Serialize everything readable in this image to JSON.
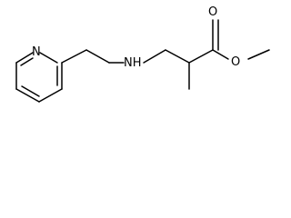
{
  "molecule": {
    "atoms": {
      "pyridine_n": "N",
      "amine": "NH",
      "carbonyl_o": "O",
      "ester_o": "O"
    },
    "colors": {
      "background": "#ffffff",
      "bond": "#000000",
      "label": "#000000"
    }
  }
}
